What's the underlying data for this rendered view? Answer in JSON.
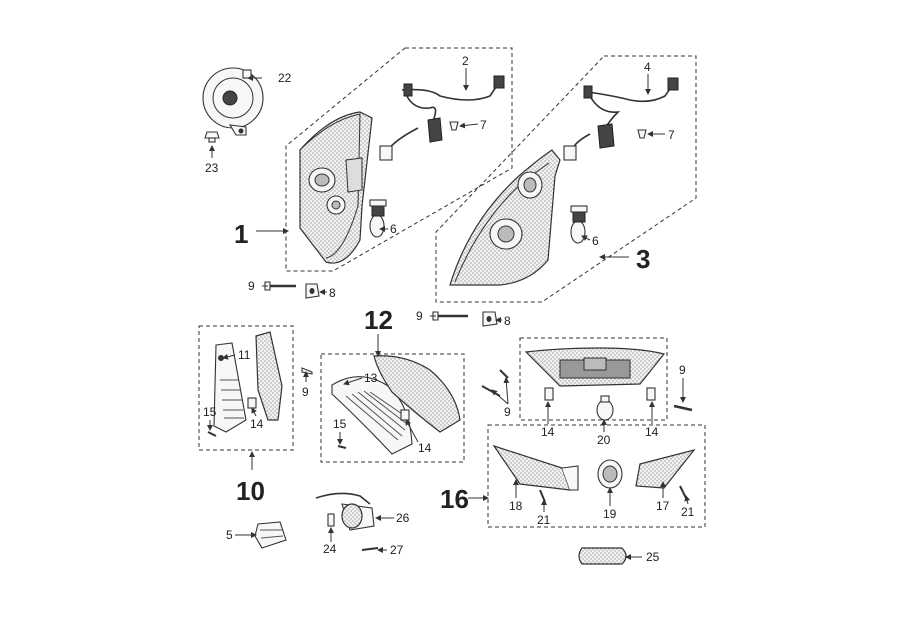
{
  "diagram": {
    "callouts": {
      "c1": "1",
      "c2": "2",
      "c3": "3",
      "c4": "4",
      "c5": "5",
      "c6a": "6",
      "c6b": "6",
      "c7a": "7",
      "c7b": "7",
      "c8a": "8",
      "c8b": "8",
      "c9a": "9",
      "c9b": "9",
      "c9c": "9",
      "c9d": "9",
      "c9e": "9",
      "c10": "10",
      "c11": "11",
      "c12": "12",
      "c13": "13",
      "c14a": "14",
      "c14b": "14",
      "c14c": "14",
      "c14d": "14",
      "c15a": "15",
      "c15b": "15",
      "c16": "16",
      "c17": "17",
      "c18": "18",
      "c19": "19",
      "c20": "20",
      "c21a": "21",
      "c21b": "21",
      "c22": "22",
      "c23": "23",
      "c24": "24",
      "c25": "25",
      "c26": "26",
      "c27": "27"
    }
  }
}
